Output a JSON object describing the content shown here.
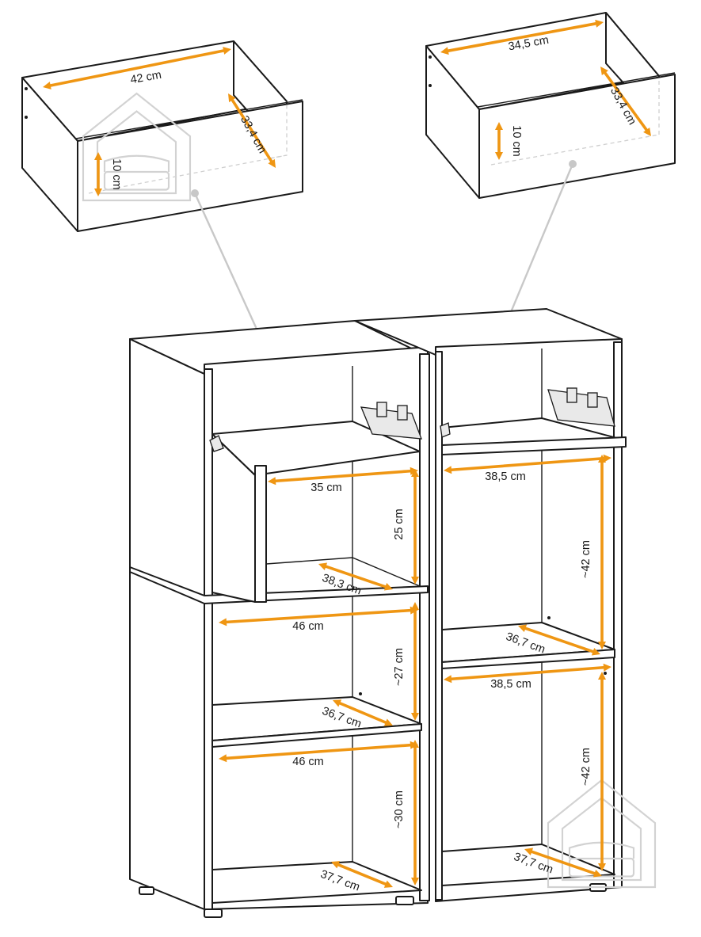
{
  "drawers": [
    {
      "name": "drawer-left",
      "width": "42 cm",
      "depth": "33,4 cm",
      "height": "10 cm"
    },
    {
      "name": "drawer-right",
      "width": "34,5 cm",
      "depth": "33,4 cm",
      "height": "10 cm"
    }
  ],
  "cabinet": {
    "left_column": [
      {
        "width": "35 cm",
        "height": "25 cm",
        "depth": "38,3 cm"
      },
      {
        "width": "46 cm",
        "height": "~27 cm",
        "depth": "36,7 cm"
      },
      {
        "width": "46 cm",
        "height": "~30 cm",
        "depth": "37,7 cm"
      }
    ],
    "right_column": [
      {
        "width": "38,5 cm",
        "height": "~42 cm",
        "depth": "36,7 cm"
      },
      {
        "width": "38,5 cm",
        "height": "~42 cm",
        "depth": "37,7 cm"
      }
    ]
  },
  "colors": {
    "dimension": "#ef9613",
    "line": "#1a1a1a",
    "pointer": "#c8c8c8",
    "watermark": "#d2d2d2"
  },
  "icons": [
    "house-watermark-icon",
    "drawer-slide-icon"
  ]
}
